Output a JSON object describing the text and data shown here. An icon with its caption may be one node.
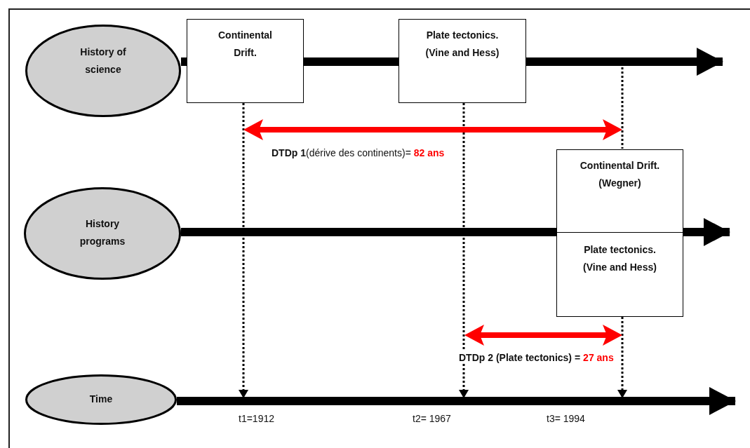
{
  "diagram": {
    "nodes": [
      {
        "text": [
          "History of science"
        ]
      },
      {
        "text": [
          "Continental Drift."
        ]
      },
      {
        "text": [
          "Plate tectonics. (Vine and Hess)"
        ]
      },
      {
        "text": [
          "Continental Drift. (Wegner)"
        ]
      },
      {
        "text": [
          "Plate tectonics. (Vine and Hess)"
        ]
      },
      {
        "text": [
          "History programs"
        ]
      },
      {
        "text": [
          "Time"
        ]
      }
    ],
    "edges": [
      {
        "from": 0,
        "to": 1,
        "arrow": "none"
      },
      {
        "from": 1,
        "to": 2,
        "arrow": "none"
      },
      {
        "from": 2,
        "to": null,
        "arrow": "to"
      },
      {
        "from": 5,
        "to": 4,
        "arrow": "none"
      },
      {
        "from": 4,
        "to": null,
        "arrow": "to"
      },
      {
        "from": 6,
        "to": null,
        "arrow": "to"
      },
      {
        "from": 1,
        "to": null,
        "arrow": "to",
        "style": "dashed"
      },
      {
        "from": 2,
        "to": null,
        "arrow": "to",
        "style": "dashed"
      },
      {
        "from": 4,
        "to": null,
        "arrow": "to",
        "style": "dashed"
      }
    ],
    "labels": [
      "**DTDp 1**(dérive des continents)=",
      "82 ans",
      "DTDp 2 (Plate tectonics) =",
      "27 ans",
      "t1=1912",
      "t2= 1967",
      "t3= 1994"
    ]
  }
}
